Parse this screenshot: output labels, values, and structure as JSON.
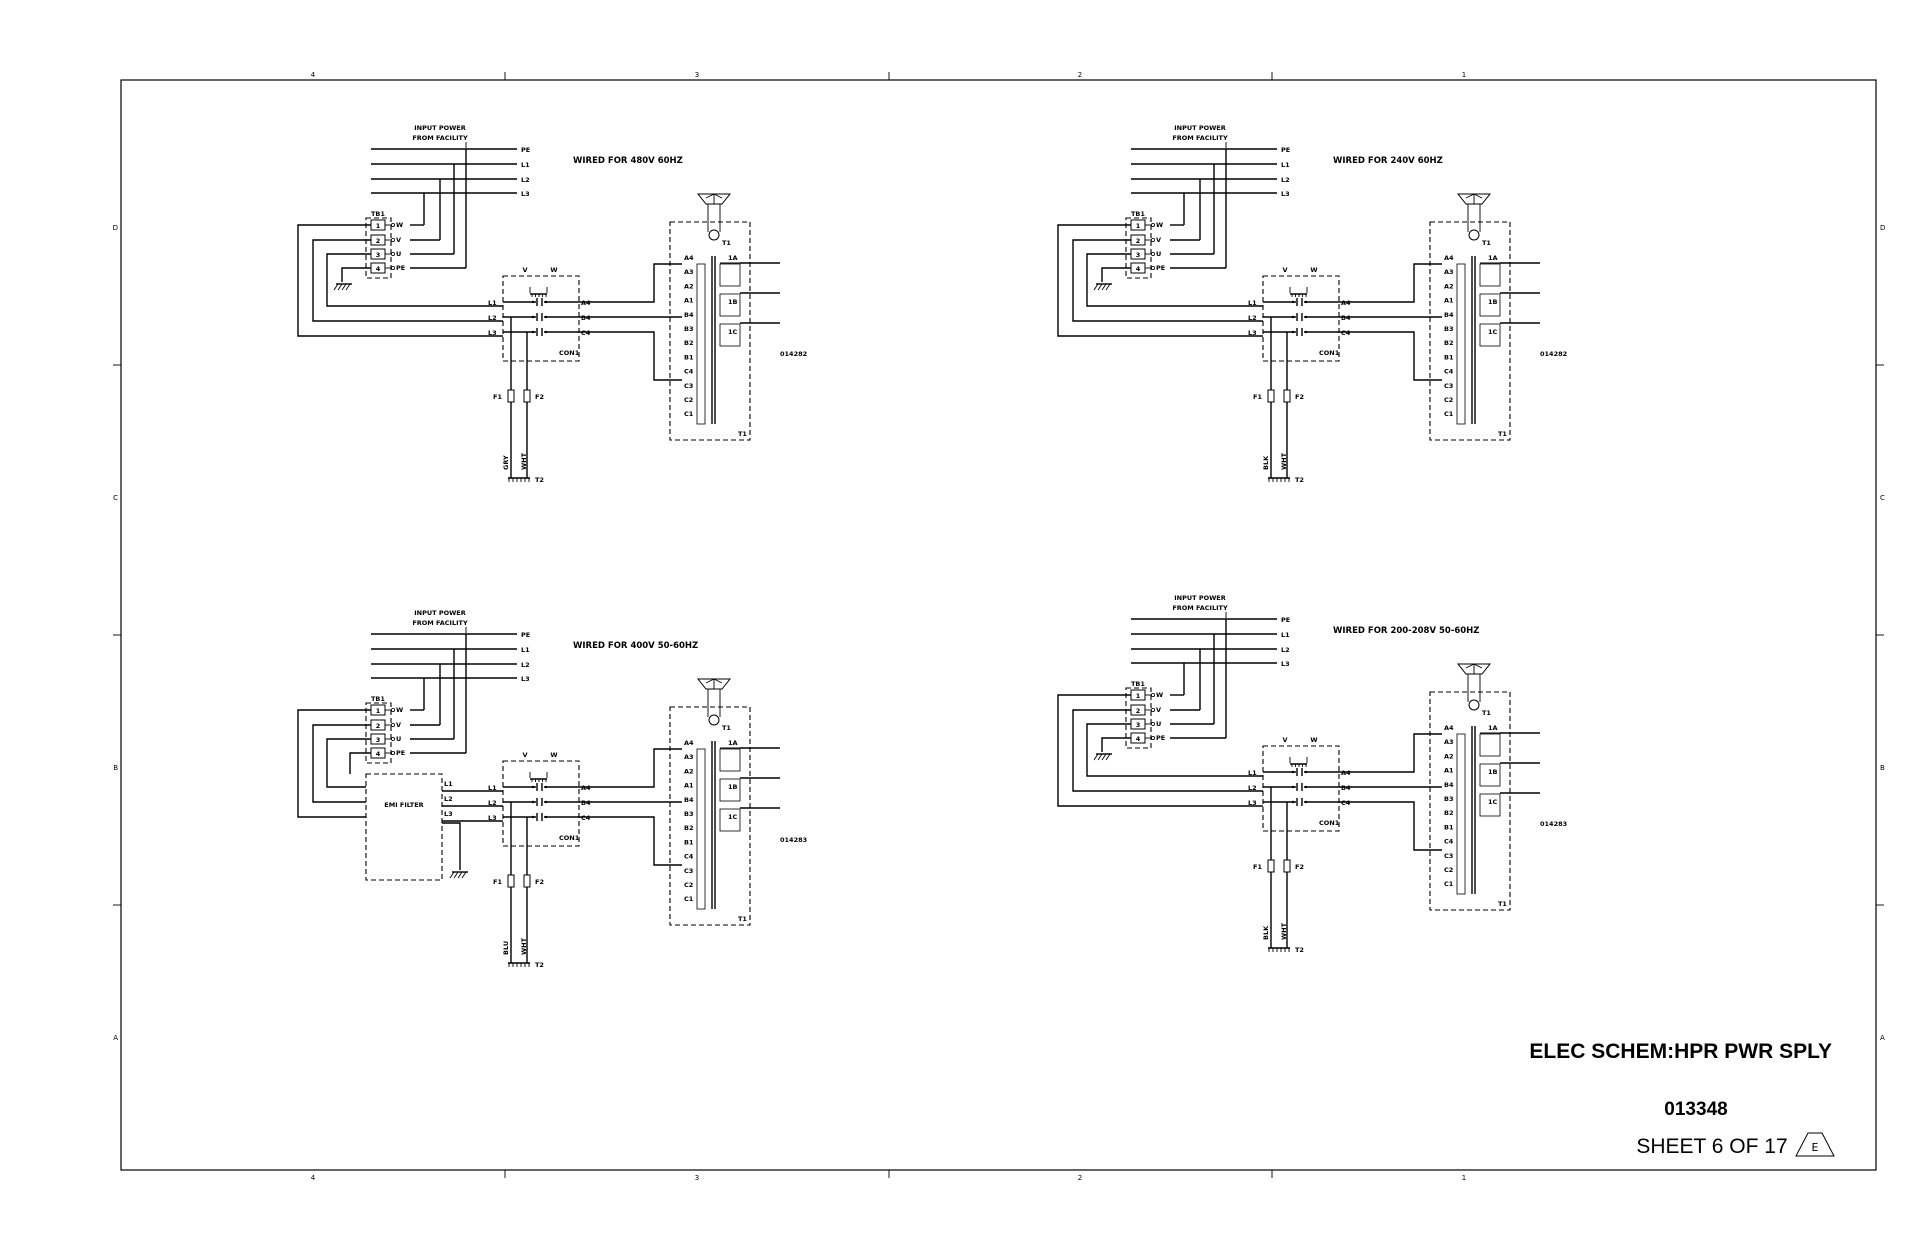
{
  "zones": {
    "columns": [
      "4",
      "3",
      "2",
      "1"
    ],
    "rows": [
      "D",
      "C",
      "B",
      "A"
    ]
  },
  "input_power": {
    "title_line1": "INPUT POWER",
    "title_line2": "FROM FACILITY",
    "lines": [
      "PE",
      "L1",
      "L2",
      "L3"
    ]
  },
  "tb1": {
    "name": "TB1",
    "terminals": [
      "1",
      "2",
      "3",
      "4"
    ],
    "terms": [
      "W",
      "V",
      "U",
      "PE"
    ]
  },
  "contactor": {
    "name": "CON1",
    "top": [
      "V",
      "W"
    ],
    "inputs": [
      "L1",
      "L2",
      "L3"
    ],
    "outputs": [
      "A4",
      "B4",
      "C4"
    ]
  },
  "fuses": [
    "F1",
    "F2"
  ],
  "t2": "T2",
  "t1": "T1",
  "secondary": [
    "1A",
    "1B",
    "1C"
  ],
  "emi_filter": "EMI FILTER",
  "quadrants": [
    {
      "id": "q480",
      "wired_label": "WIRED FOR 480V 60HZ",
      "doc_num": "014282",
      "wire_colors": [
        "GRY",
        "WHT"
      ],
      "taps": [
        "A4",
        "A3",
        "A2",
        "A1",
        "B4",
        "B3",
        "B2",
        "B1",
        "C4",
        "C3",
        "C2",
        "C1"
      ]
    },
    {
      "id": "q240",
      "wired_label": "WIRED FOR 240V 60HZ",
      "doc_num": "014282",
      "wire_colors": [
        "BLK",
        "WHT"
      ],
      "taps": [
        "A4",
        "A3",
        "A2",
        "A1",
        "B4",
        "B3",
        "B2",
        "B1",
        "C4",
        "C3",
        "C2",
        "C1"
      ]
    },
    {
      "id": "q400",
      "wired_label": "WIRED FOR 400V 50-60HZ",
      "doc_num": "014283",
      "wire_colors": [
        "BLU",
        "WHT"
      ],
      "taps": [
        "A4",
        "A3",
        "A2",
        "A1",
        "B4",
        "B3",
        "B2",
        "B1",
        "C4",
        "C3",
        "C2",
        "C1"
      ]
    },
    {
      "id": "q208",
      "wired_label": "WIRED FOR 200-208V 50-60HZ",
      "doc_num": "014283",
      "wire_colors": [
        "BLK",
        "WHT"
      ],
      "taps": [
        "A4",
        "A3",
        "A2",
        "A1",
        "B4",
        "B3",
        "B2",
        "B1",
        "C4",
        "C3",
        "C2",
        "C1"
      ]
    }
  ],
  "title_block": {
    "title": "ELEC SCHEM:HPR PWR SPLY",
    "drawing_number": "013348",
    "sheet": "SHEET 6 OF 17",
    "revision": "E"
  }
}
